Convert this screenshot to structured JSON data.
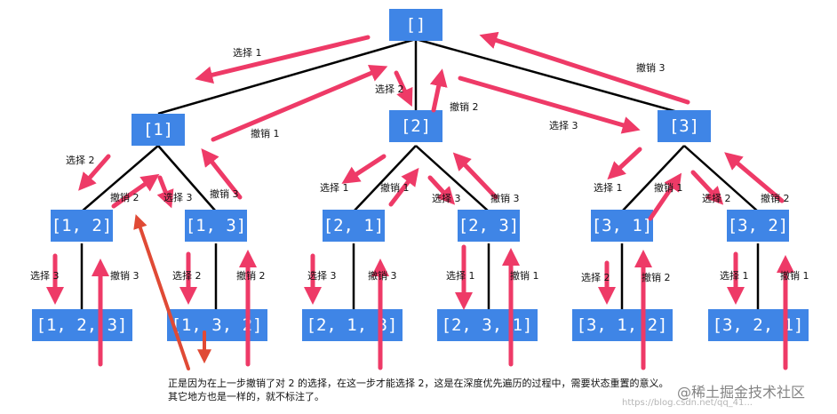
{
  "nodes": {
    "root": "[]",
    "n1": "[1]",
    "n2": "[2]",
    "n3": "[3]",
    "n12": "[1, 2]",
    "n13": "[1, 3]",
    "n21": "[2, 1]",
    "n23": "[2, 3]",
    "n31": "[3, 1]",
    "n32": "[3, 2]",
    "n123": "[1, 2, 3]",
    "n132": "[1, 3, 2]",
    "n213": "[2, 1, 3]",
    "n231": "[2, 3, 1]",
    "n312": "[3, 1, 2]",
    "n321": "[3, 2, 1]"
  },
  "labels": {
    "sel1_top": "选择 1",
    "sel2_top": "选择 2",
    "sel3_top": "选择 3",
    "undo1_top": "撤销 1",
    "undo2_top": "撤销 2",
    "undo3_top": "撤销 3",
    "n1_sel2": "选择 2",
    "n1_undo2": "撤销 2",
    "n1_sel3": "选择 3",
    "n1_undo3": "撤销 3",
    "n2_sel1": "选择 1",
    "n2_undo1": "撤销 1",
    "n2_sel3": "选择 3",
    "n2_undo3": "撤销 3",
    "n3_sel1": "选择 1",
    "n3_undo1": "撤销 1",
    "n3_sel2": "选择 2",
    "n3_undo2": "撤销 2",
    "l12_sel": "选择 3",
    "l12_undo": "撤销 3",
    "l13_sel": "选择 2",
    "l13_undo": "撤销 2",
    "l21_sel": "选择 3",
    "l21_undo": "撤销 3",
    "l23_sel": "选择 1",
    "l23_undo": "撤销 1",
    "l31_sel": "选择 2",
    "l31_undo": "撤销 2",
    "l32_sel": "选择 1",
    "l32_undo": "撤销 1"
  },
  "note": {
    "line1": "正是因为在上一步撤销了对  2  的选择，在这一步才能选择  2，这是在深度优先遍历的过程中，需要状态重置的意义。",
    "line2": "其它地方也是一样的，就不标注了。"
  },
  "watermark": {
    "text": "@稀土掘金技术社区",
    "url": "https://blog.csdn.net/qq_41..."
  },
  "colors": {
    "node": "#3f85e6",
    "arrow": "#ee3a67",
    "note_arrow": "#e04a35"
  }
}
